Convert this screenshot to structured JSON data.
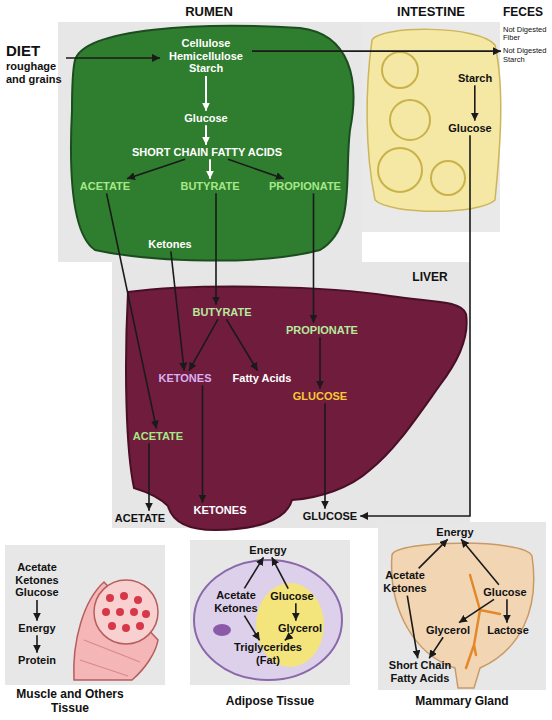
{
  "diagram": {
    "nodes": [
      {
        "text": [
          "DIET",
          "roughage and grains"
        ]
      },
      {
        "text": [
          "RUMEN"
        ]
      },
      {
        "text": [
          "Cellulose Hemicellulose Starch"
        ],
        "in": 1
      },
      {
        "text": [
          "Glucose"
        ],
        "in": 1
      },
      {
        "text": [
          "SHORT CHAIN FATTY ACIDS"
        ],
        "in": 1
      },
      {
        "text": [
          "ACETATE"
        ],
        "in": 1
      },
      {
        "text": [
          "BUTYRATE"
        ],
        "in": 1
      },
      {
        "text": [
          "PROPIONATE"
        ],
        "in": 1
      },
      {
        "text": [
          "Ketones"
        ],
        "in": 1
      },
      {
        "text": [
          "INTESTINE"
        ]
      },
      {
        "text": [
          "Starch"
        ],
        "in": 9
      },
      {
        "text": [
          "Glucose"
        ],
        "in": 9
      },
      {
        "text": [
          "FECES",
          "Not Digested Fiber",
          "Not Digested Starch"
        ]
      },
      {
        "text": [
          "LIVER"
        ]
      },
      {
        "text": [
          "BUTYRATE"
        ],
        "in": 13
      },
      {
        "text": [
          "PROPIONATE"
        ],
        "in": 13
      },
      {
        "text": [
          "KETONES"
        ],
        "in": 13
      },
      {
        "text": [
          "Fatty Acids"
        ],
        "in": 13
      },
      {
        "text": [
          "GLUCOSE"
        ],
        "in": 13
      },
      {
        "text": [
          "ACETATE"
        ],
        "in": 13
      },
      {
        "text": [
          "KETONES"
        ],
        "in": 13
      },
      {
        "text": [
          "ACETATE"
        ],
        "in": 13
      },
      {
        "text": [
          "GLUCOSE"
        ],
        "in": 13
      },
      {
        "text": [
          "Muscle and Others Tissue"
        ]
      },
      {
        "text": [
          "Acetate Ketones Glucose"
        ],
        "in": 23
      },
      {
        "text": [
          "Energy"
        ],
        "in": 23
      },
      {
        "text": [
          "Protein"
        ],
        "in": 23
      },
      {
        "text": [
          "Adipose Tissue"
        ]
      },
      {
        "text": [
          "Energy"
        ],
        "in": 27
      },
      {
        "text": [
          "Acetate Ketones"
        ],
        "in": 27
      },
      {
        "text": [
          "Glucose"
        ],
        "in": 27
      },
      {
        "text": [
          "Glycerol"
        ],
        "in": 27
      },
      {
        "text": [
          "Triglycerides (Fat)"
        ],
        "in": 27
      },
      {
        "text": [
          "Mammary Gland"
        ]
      },
      {
        "text": [
          "Energy"
        ],
        "in": 33
      },
      {
        "text": [
          "Acetate Ketones"
        ],
        "in": 33
      },
      {
        "text": [
          "Glucose"
        ],
        "in": 33
      },
      {
        "text": [
          "Glycerol"
        ],
        "in": 33
      },
      {
        "text": [
          "Lactose"
        ],
        "in": 33
      },
      {
        "text": [
          "Short Chain Fatty Acids"
        ],
        "in": 33
      }
    ],
    "edges": [
      {
        "from": 0,
        "to": 2,
        "arrow": "to"
      },
      {
        "from": 2,
        "to": 12,
        "arrow": "to"
      },
      {
        "from": 2,
        "to": 3,
        "arrow": "to"
      },
      {
        "from": 3,
        "to": 4,
        "arrow": "to"
      },
      {
        "from": 4,
        "to": 5,
        "arrow": "to"
      },
      {
        "from": 4,
        "to": 6,
        "arrow": "to"
      },
      {
        "from": 4,
        "to": 7,
        "arrow": "to"
      },
      {
        "from": 10,
        "to": 11,
        "arrow": "to"
      },
      {
        "from": 5,
        "to": 19,
        "arrow": "to"
      },
      {
        "from": 8,
        "to": 16,
        "arrow": "to"
      },
      {
        "from": 6,
        "to": 14,
        "arrow": "to"
      },
      {
        "from": 7,
        "to": 15,
        "arrow": "to"
      },
      {
        "from": 14,
        "to": 16,
        "arrow": "to"
      },
      {
        "from": 14,
        "to": 17,
        "arrow": "to"
      },
      {
        "from": 15,
        "to": 18,
        "arrow": "to"
      },
      {
        "from": 16,
        "to": 20,
        "arrow": "to"
      },
      {
        "from": 18,
        "to": 22,
        "arrow": "to"
      },
      {
        "from": 19,
        "to": 21,
        "arrow": "to"
      },
      {
        "from": 11,
        "to": 22,
        "arrow": "to"
      },
      {
        "from": 24,
        "to": 25,
        "arrow": "to"
      },
      {
        "from": 25,
        "to": 26,
        "arrow": "to"
      },
      {
        "from": 29,
        "to": 28,
        "arrow": "to"
      },
      {
        "from": 30,
        "to": 28,
        "arrow": "to"
      },
      {
        "from": 30,
        "to": 31,
        "arrow": "to"
      },
      {
        "from": 29,
        "to": 32,
        "arrow": "to"
      },
      {
        "from": 31,
        "to": 32,
        "arrow": "to"
      },
      {
        "from": 35,
        "to": 34,
        "arrow": "to"
      },
      {
        "from": 36,
        "to": 34,
        "arrow": "to"
      },
      {
        "from": 36,
        "to": 37,
        "arrow": "to"
      },
      {
        "from": 36,
        "to": 38,
        "arrow": "to"
      },
      {
        "from": 35,
        "to": 39,
        "arrow": "to"
      },
      {
        "from": 37,
        "to": 39,
        "arrow": "to"
      }
    ]
  }
}
